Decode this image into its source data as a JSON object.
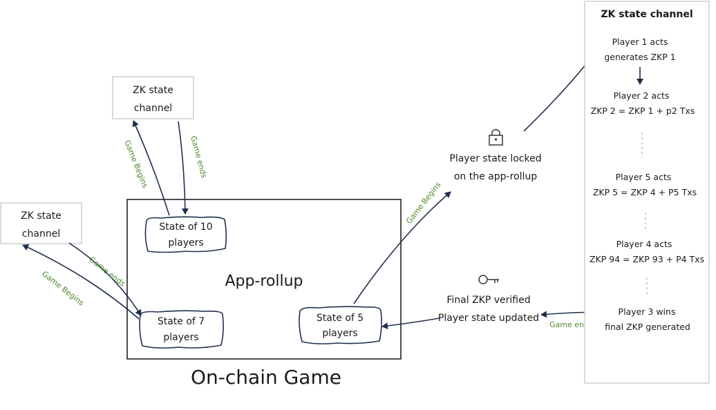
{
  "colors": {
    "arrow": "#1f2d4d",
    "label_green": "#4f8a2b",
    "box_border": "#c6c6c6",
    "text": "#1a1a1a"
  },
  "left_top_channel": {
    "line1": "ZK state",
    "line2": "channel"
  },
  "left_bottom_channel": {
    "line1": "ZK state",
    "line2": "channel"
  },
  "arrow_labels": {
    "top_begins": "Game Begins",
    "top_ends": "Game ends",
    "left_begins": "Game Begins",
    "left_ends": "Game ends",
    "right_begins": "Game Begins",
    "right_ends": "Game ends"
  },
  "rollup": {
    "title": "App-rollup",
    "state10": {
      "line1": "State of 10",
      "line2": "players"
    },
    "state7": {
      "line1": "State of 7",
      "line2": "players"
    },
    "state5": {
      "line1": "State of 5",
      "line2": "players"
    }
  },
  "caption": "On-chain Game",
  "locked": {
    "icon": "lock-icon",
    "line1": "Player state locked",
    "line2": "on the app-rollup"
  },
  "verified": {
    "icon": "key-icon",
    "line1": "Final ZKP verified",
    "line2": "Player state updated"
  },
  "panel": {
    "title": "ZK state channel",
    "steps": [
      {
        "line1": "Player 1 acts",
        "line2": "generates ZKP 1"
      },
      {
        "line1": "Player 2 acts",
        "line2": "ZKP 2 = ZKP 1 + p2 Txs"
      },
      {
        "line1": "Player 5 acts",
        "line2": "ZKP 5 = ZKP 4 + P5 Txs"
      },
      {
        "line1": "Player 4 acts",
        "line2": "ZKP 94 = ZKP 93 + P4 Txs"
      },
      {
        "line1": "Player 3 wins",
        "line2": "final ZKP generated"
      }
    ]
  }
}
